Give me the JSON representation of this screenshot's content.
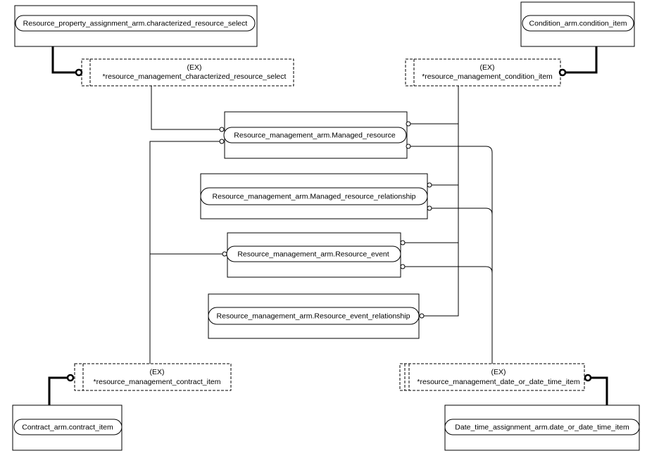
{
  "entities": {
    "resource_property": "Resource_property_assignment_arm.characterized_resource_select",
    "condition": "Condition_arm.condition_item",
    "managed_resource": "Resource_management_arm.Managed_resource",
    "managed_resource_relationship": "Resource_management_arm.Managed_resource_relationship",
    "resource_event": "Resource_management_arm.Resource_event",
    "resource_event_relationship": "Resource_management_arm.Resource_event_relationship",
    "contract": "Contract_arm.contract_item",
    "date_time": "Date_time_assignment_arm.date_or_date_time_item"
  },
  "extensions": {
    "characterized": {
      "tag": "(EX)",
      "name": "*resource_management_characterized_resource_select"
    },
    "condition": {
      "tag": "(EX)",
      "name": "*resource_management_condition_item"
    },
    "contract": {
      "tag": "(EX)",
      "name": "*resource_management_contract_item"
    },
    "date_time": {
      "tag": "(EX)",
      "name": "*resource_management_date_or_date_time_item"
    }
  }
}
